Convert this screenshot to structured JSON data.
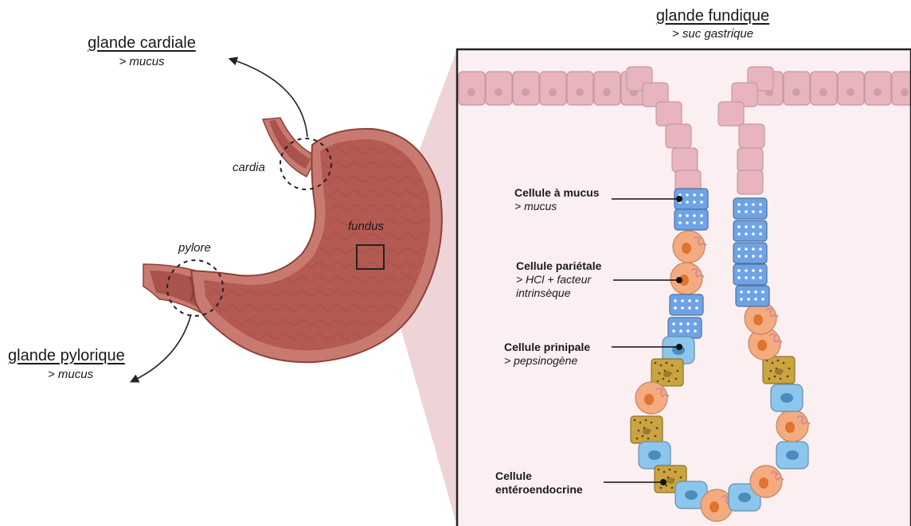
{
  "gland_titles": {
    "cardiale": {
      "title": "glande cardiale",
      "function": "> mucus"
    },
    "pylorique": {
      "title": "glande pylorique",
      "function": "> mucus"
    },
    "fundique": {
      "title": "glande fundique",
      "function": "> suc gastrique"
    }
  },
  "stomach_regions": {
    "cardia": "cardia",
    "pylore": "pylore",
    "fundus": "fundus"
  },
  "cell_labels": [
    {
      "name": "Cellule à mucus",
      "function": "> mucus"
    },
    {
      "name": "Cellule pariétale",
      "function_line1": "> HCl + facteur",
      "function_line2": "intrinsèque"
    },
    {
      "name": "Cellule prinipale",
      "function": "> pepsinogène"
    },
    {
      "name_line1": "Cellule",
      "name_line2": "entéroendocrine"
    }
  ],
  "colors": {
    "stomach_outer": "#c97a70",
    "stomach_inner": "#b35b52",
    "epithelium": "#e8b4bd",
    "mucous_cell": "#6fa3e6",
    "parietal_cell": "#f5ab80",
    "chief_cell": "#8cc6ec",
    "enteroendocrine_cell": "#c9a441",
    "zoom_panel_bg": "#fbeff1",
    "zoom_cone": "#ebcdd0"
  }
}
